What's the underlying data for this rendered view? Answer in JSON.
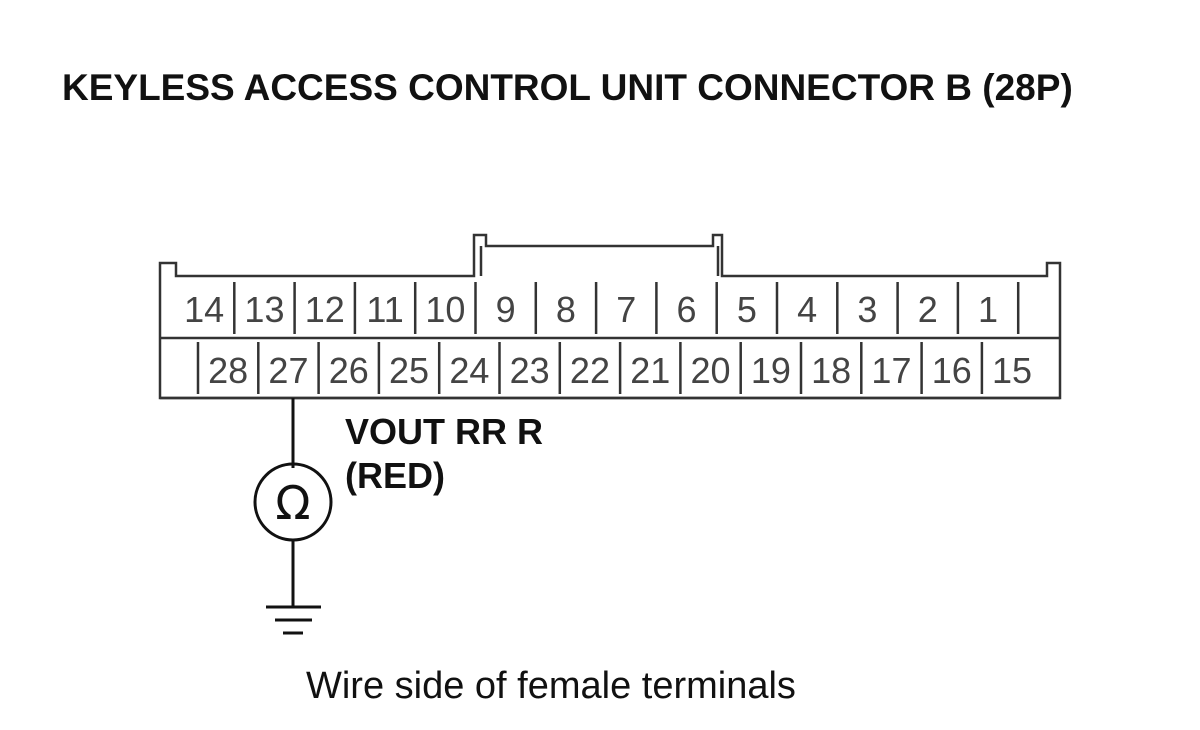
{
  "title": "KEYLESS ACCESS CONTROL UNIT CONNECTOR B (28P)",
  "connector": {
    "top_row": [
      "14",
      "13",
      "12",
      "11",
      "10",
      "9",
      "8",
      "7",
      "6",
      "5",
      "4",
      "3",
      "2",
      "1"
    ],
    "bottom_row": [
      "28",
      "27",
      "26",
      "25",
      "24",
      "23",
      "22",
      "21",
      "20",
      "19",
      "18",
      "17",
      "16",
      "15"
    ]
  },
  "probe": {
    "terminal": "27",
    "signal_label": "VOUT RR R",
    "wire_color_label": "(RED)",
    "meter_symbol": "Ω",
    "meter_icon": "ohmmeter-icon",
    "ground_icon": "ground-icon"
  },
  "caption": "Wire side of female terminals"
}
